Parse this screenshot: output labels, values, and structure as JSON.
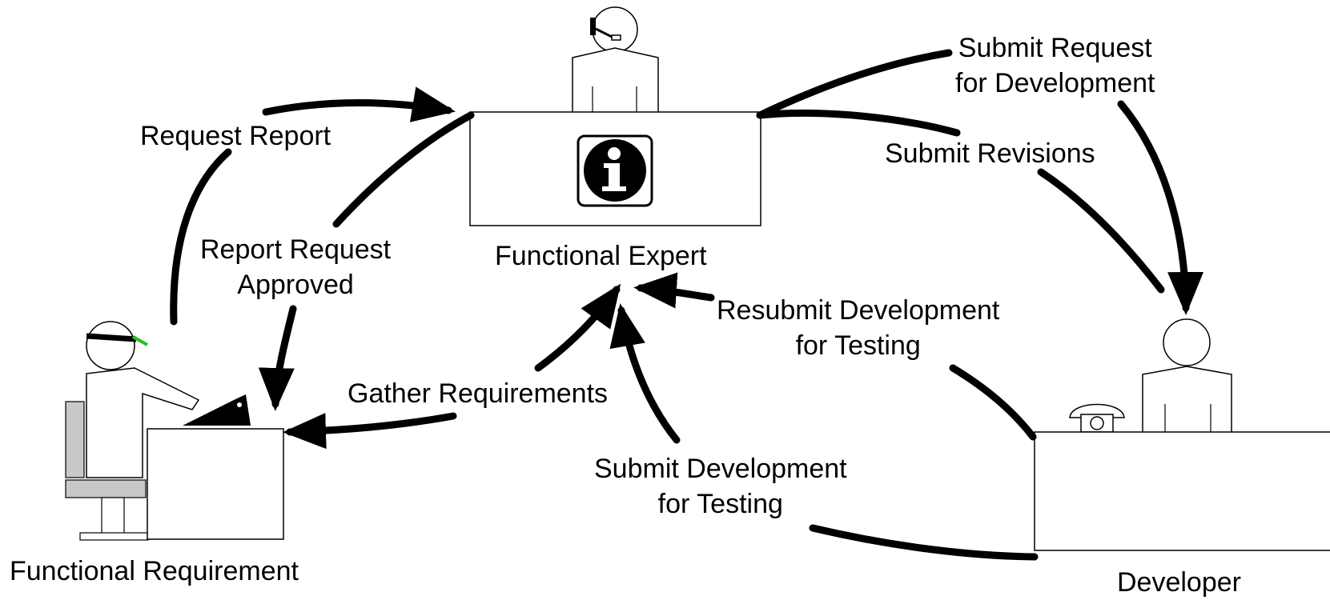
{
  "actors": {
    "functional_requirement": "Functional Requirement",
    "functional_expert": "Functional Expert",
    "developer": "Developer"
  },
  "flows": {
    "request_report": "Request Report",
    "report_request_approved": [
      "Report Request",
      "Approved"
    ],
    "gather_requirements": "Gather Requirements",
    "submit_request_for_development": [
      "Submit Request",
      "for Development"
    ],
    "submit_revisions": "Submit Revisions",
    "resubmit_development_for_testing": [
      "Resubmit Development",
      "for Testing"
    ],
    "submit_development_for_testing": [
      "Submit Development",
      "for Testing"
    ]
  },
  "icons": {
    "info_sign": "information-icon",
    "telephone": "telephone-icon",
    "headset": "headset-icon",
    "visor": "visor-icon"
  },
  "colors": {
    "ink": "#000000",
    "chair": "#c8c8c8",
    "visor_accent": "#22c022"
  }
}
